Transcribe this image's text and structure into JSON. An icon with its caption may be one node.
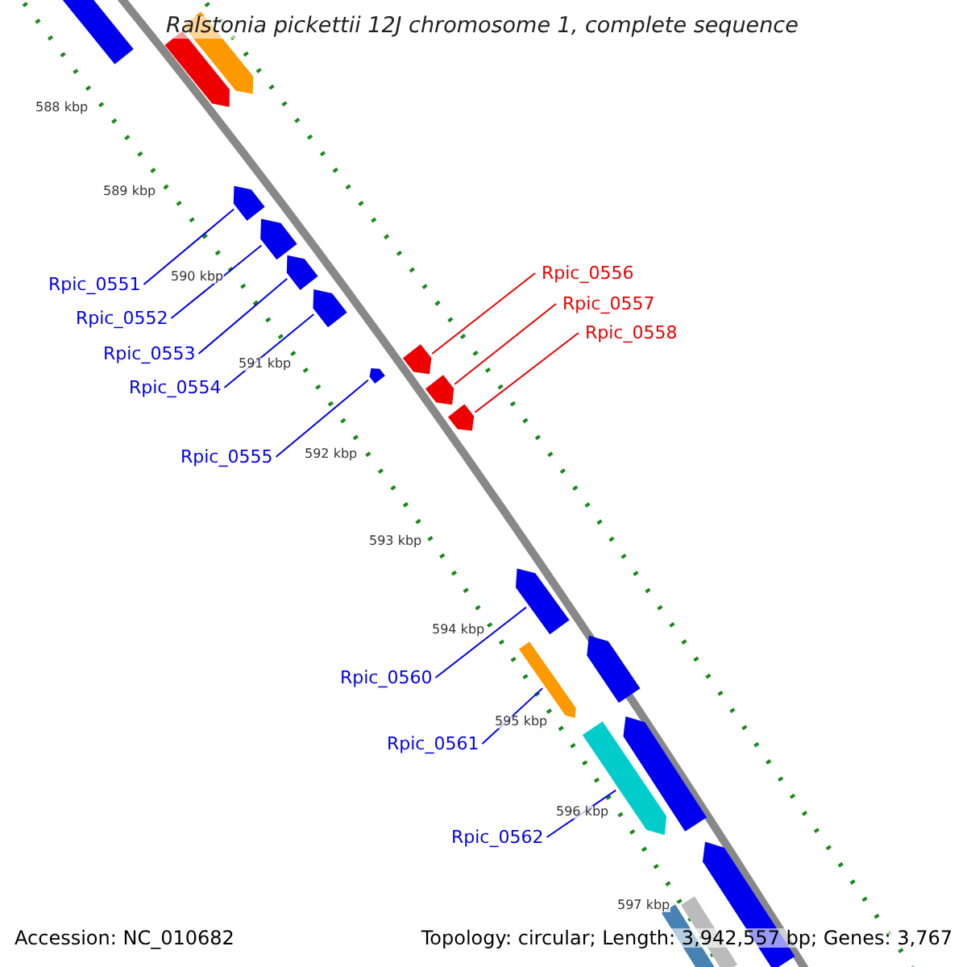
{
  "diagram": {
    "title": "Ralstonia pickettii 12J chromosome 1, complete sequence",
    "nodes": [
      {
        "text": [
          "Rpic_0551"
        ]
      },
      {
        "text": [
          "Rpic_0552"
        ]
      },
      {
        "text": [
          "Rpic_0553"
        ]
      },
      {
        "text": [
          "Rpic_0554"
        ]
      },
      {
        "text": [
          "Rpic_0555"
        ]
      },
      {
        "text": [
          "Rpic_0556"
        ]
      },
      {
        "text": [
          "Rpic_0557"
        ]
      },
      {
        "text": [
          "Rpic_0558"
        ]
      },
      {
        "text": [
          "Rpic_0560"
        ]
      },
      {
        "text": [
          "Rpic_0561"
        ]
      },
      {
        "text": [
          "Rpic_0562"
        ]
      },
      {
        "text": [],
        "shape": "arrow"
      },
      {
        "text": [],
        "shape": "arrow"
      },
      {
        "text": [],
        "shape": "arrow"
      },
      {
        "text": [],
        "shape": "arrow"
      },
      {
        "text": [],
        "shape": "arrow"
      },
      {
        "text": [],
        "shape": "arrow"
      },
      {
        "text": [],
        "shape": "arrow"
      },
      {
        "text": [],
        "shape": "arrow"
      },
      {
        "text": [],
        "shape": "arrow"
      },
      {
        "text": [],
        "shape": "arrow"
      },
      {
        "text": [],
        "shape": "arrow"
      },
      {
        "text": [],
        "shape": "arrow"
      },
      {
        "text": [],
        "shape": "arrow"
      },
      {
        "text": [],
        "shape": "arrow"
      },
      {
        "text": [],
        "shape": "arrow"
      },
      {
        "text": [],
        "shape": "arrow"
      },
      {
        "text": [],
        "shape": "arrow"
      },
      {
        "text": [],
        "shape": "box"
      },
      {
        "text": [],
        "shape": "box"
      }
    ],
    "edges": [
      {
        "from": 0,
        "to": 11,
        "arrow": "none"
      },
      {
        "from": 1,
        "to": 12,
        "arrow": "none"
      },
      {
        "from": 2,
        "to": 13,
        "arrow": "none"
      },
      {
        "from": 3,
        "to": 14,
        "arrow": "none"
      },
      {
        "from": 4,
        "to": 15,
        "arrow": "none"
      },
      {
        "from": 5,
        "to": 16,
        "arrow": "none",
        "color": "#ee0000"
      },
      {
        "from": 6,
        "to": 17,
        "arrow": "none",
        "color": "#ee0000"
      },
      {
        "from": 7,
        "to": 18,
        "arrow": "none",
        "color": "#ee0000"
      },
      {
        "from": 8,
        "to": 19,
        "arrow": "none"
      },
      {
        "from": 9,
        "to": 20,
        "arrow": "none"
      },
      {
        "from": 10,
        "to": 21,
        "arrow": "none"
      }
    ],
    "labels": [
      "588 kbp",
      "589 kbp",
      "590 kbp",
      "591 kbp",
      "592 kbp",
      "593 kbp",
      "594 kbp",
      "595 kbp",
      "596 kbp",
      "597 kbp",
      "Accession: NC_010682",
      "Topology: circular; Length: 3,942,557 bp; Genes: 3,767"
    ]
  }
}
